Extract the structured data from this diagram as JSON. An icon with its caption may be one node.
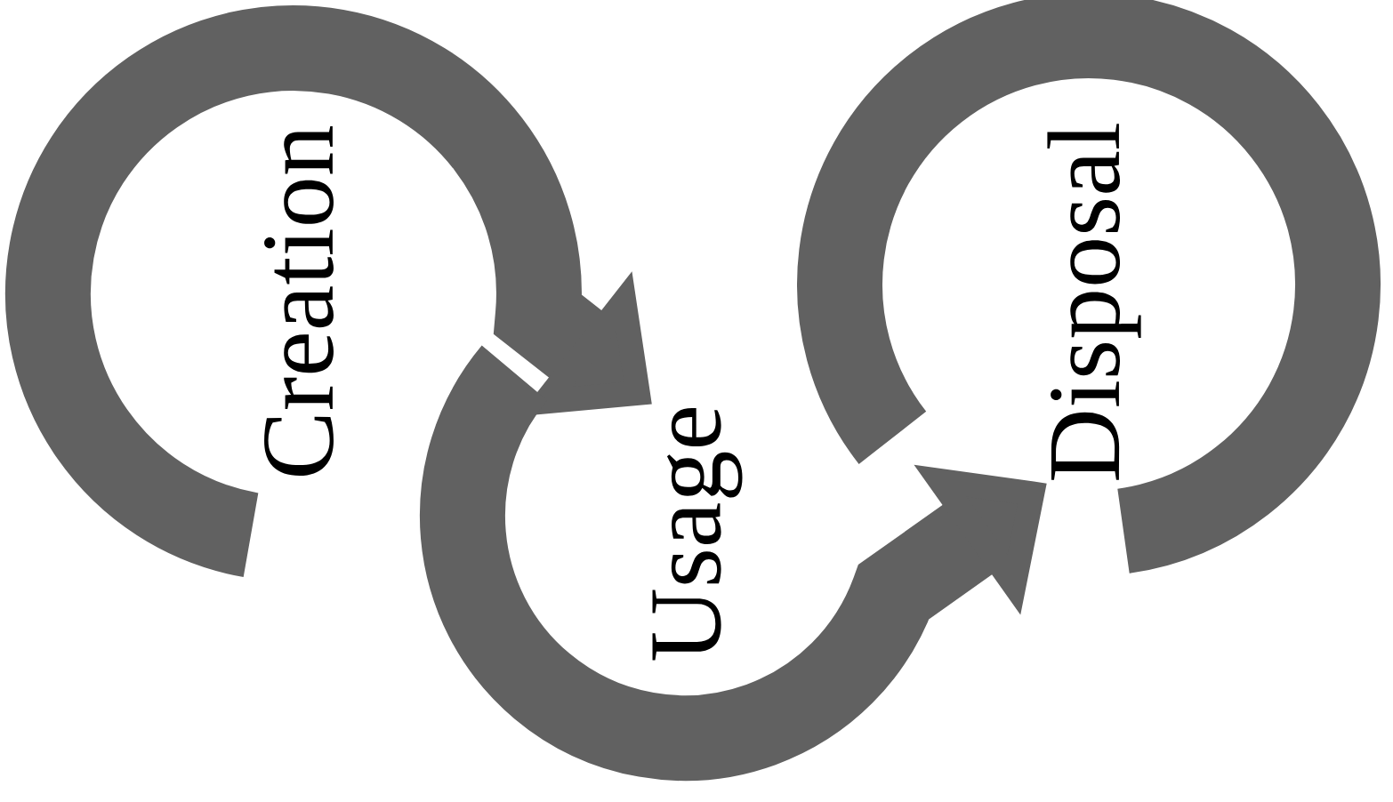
{
  "diagram": {
    "nodes": [
      {
        "text": [
          "Creation"
        ]
      },
      {
        "text": [
          "Usage"
        ]
      },
      {
        "text": [
          "Disposal"
        ]
      }
    ],
    "edges": [
      {
        "from": 0,
        "to": 1,
        "arrow": "to"
      },
      {
        "from": 1,
        "to": 2,
        "arrow": "to"
      }
    ]
  }
}
